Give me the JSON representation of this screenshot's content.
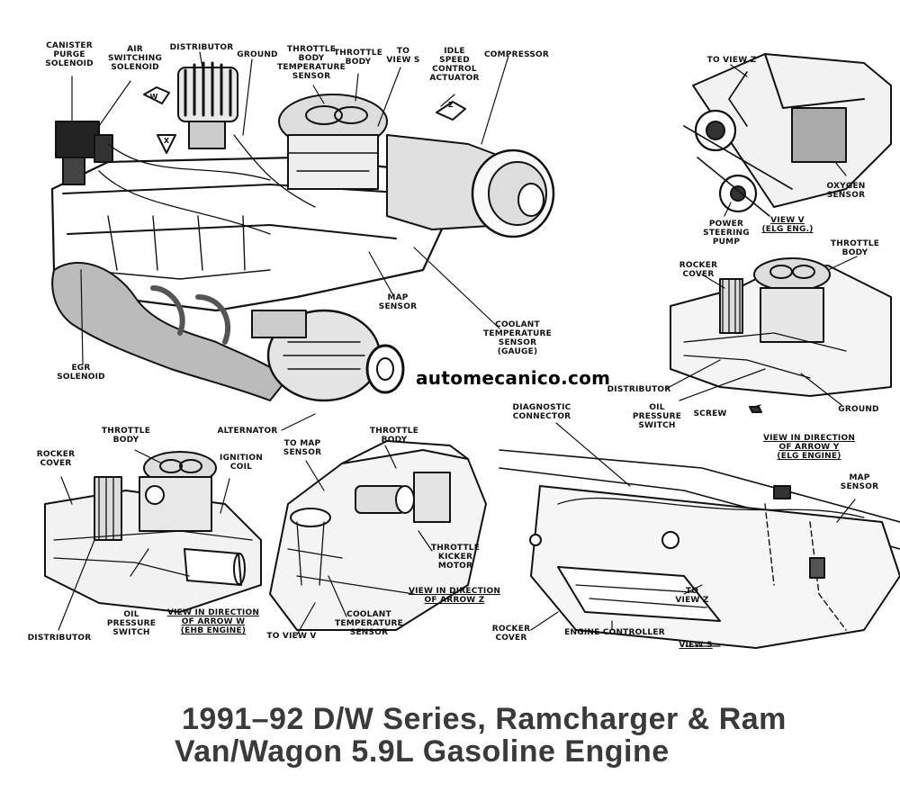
{
  "main_view": {
    "labels": {
      "canister_purge_solenoid": "CANISTER\nPURGE\nSOLENOID",
      "air_switching_solenoid": "AIR\nSWITCHING\nSOLENOID",
      "distributor": "DISTRIBUTOR",
      "ground": "GROUND",
      "throttle_body_temp_sensor": "THROTTLE\nBODY\nTEMPERATURE\nSENSOR",
      "throttle_body": "THROTTLE\nBODY",
      "to_view_s": "TO\nVIEW S",
      "idle_speed_control_actuator": "IDLE\nSPEED\nCONTROL\nACTUATOR",
      "compressor": "COMPRESSOR",
      "map_sensor": "MAP\nSENSOR",
      "coolant_temp_sensor_gauge": "COOLANT\nTEMPERATURE\nSENSOR\n(GAUGE)",
      "egr_solenoid": "EGR\nSOLENOID",
      "alternator": "ALTERNATOR",
      "arrow_w": "W",
      "arrow_x": "X",
      "arrow_z": "Z"
    }
  },
  "view_v": {
    "labels": {
      "to_view_z": "TO VIEW Z",
      "oxygen_sensor": "OXYGEN\nSENSOR",
      "power_steering_pump": "POWER\nSTEERING\nPUMP",
      "view_title": "VIEW V\n(ELG ENG.)"
    }
  },
  "view_y": {
    "labels": {
      "throttle_body": "THROTTLE\nBODY",
      "rocker_cover": "ROCKER\nCOVER",
      "distributor": "DISTRIBUTOR",
      "oil_pressure_switch": "OIL\nPRESSURE\nSWITCH",
      "screw": "SCREW",
      "ground": "GROUND",
      "view_title": "VIEW IN DIRECTION\nOF ARROW Y\n(ELG ENGINE)"
    }
  },
  "view_w": {
    "labels": {
      "throttle_body": "THROTTLE\nBODY",
      "rocker_cover": "ROCKER\nCOVER",
      "ignition_coil": "IGNITION\nCOIL",
      "distributor": "DISTRIBUTOR",
      "oil_pressure_switch": "OIL\nPRESSURE\nSWITCH",
      "view_title": "VIEW IN DIRECTION\nOF ARROW W\n(EHB ENGINE)"
    }
  },
  "view_z": {
    "labels": {
      "to_map_sensor": "TO MAP\nSENSOR",
      "throttle_body": "THROTTLE\nBODY",
      "throttle_kicker_motor": "THROTTLE\nKICKER\nMOTOR",
      "coolant_temp_sensor": "COOLANT\nTEMPERATURE\nSENSOR",
      "to_view_v": "TO VIEW V",
      "view_title": "VIEW IN DIRECTION\nOF ARROW Z"
    }
  },
  "view_s": {
    "labels": {
      "diagnostic_connector": "DIAGNOSTIC\nCONNECTOR",
      "map_sensor": "MAP\nSENSOR",
      "to_view_z": "TO\nVIEW Z",
      "rocker_cover": "ROCKER\nCOVER",
      "engine_controller": "ENGINE CONTROLLER",
      "view_title": "VIEW S"
    }
  },
  "watermark": "automecanico.com",
  "caption": {
    "line1": "1991–92 D/W Series, Ramcharger & Ram",
    "line2": "Van/Wagon 5.9L Gasoline Engine"
  }
}
